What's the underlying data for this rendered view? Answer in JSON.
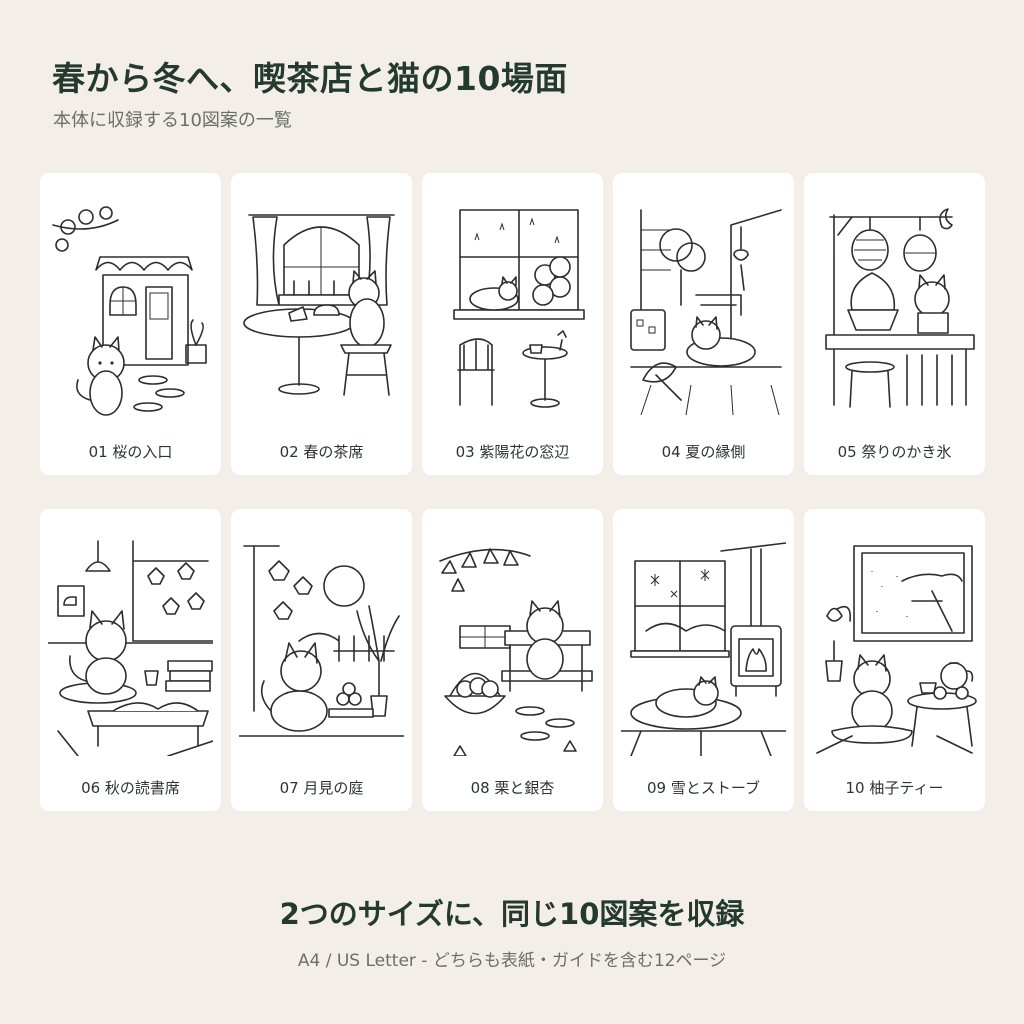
{
  "header": {
    "title": "春から冬へ、喫茶店と猫の10場面",
    "subtitle": "本体に収録する10図案の一覧"
  },
  "cards": [
    {
      "caption": "01 桜の入口"
    },
    {
      "caption": "02 春の茶席"
    },
    {
      "caption": "03 紫陽花の窓辺"
    },
    {
      "caption": "04 夏の縁側"
    },
    {
      "caption": "05 祭りのかき氷"
    },
    {
      "caption": "06 秋の読書席"
    },
    {
      "caption": "07 月見の庭"
    },
    {
      "caption": "08 栗と銀杏"
    },
    {
      "caption": "09 雪とストーブ"
    },
    {
      "caption": "10 柚子ティー"
    }
  ],
  "footer": {
    "title": "2つのサイズに、同じ10図案を収録",
    "subtitle": "A4 / US Letter  -  どちらも表紙・ガイドを含む12ページ"
  }
}
